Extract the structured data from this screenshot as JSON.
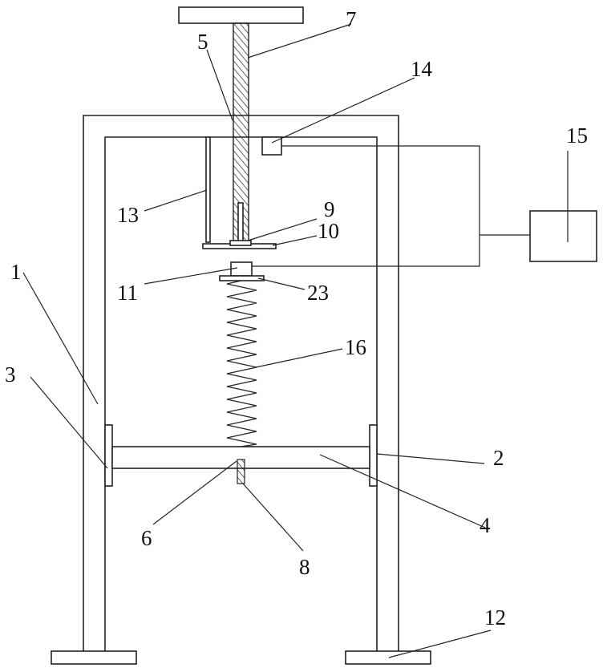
{
  "labels": {
    "l1": "1",
    "l2": "2",
    "l3": "3",
    "l4": "4",
    "l5": "5",
    "l6": "6",
    "l7": "7",
    "l8": "8",
    "l9": "9",
    "l10": "10",
    "l11": "11",
    "l12": "12",
    "l13": "13",
    "l14": "14",
    "l15": "15",
    "l16": "16",
    "l23": "23"
  }
}
